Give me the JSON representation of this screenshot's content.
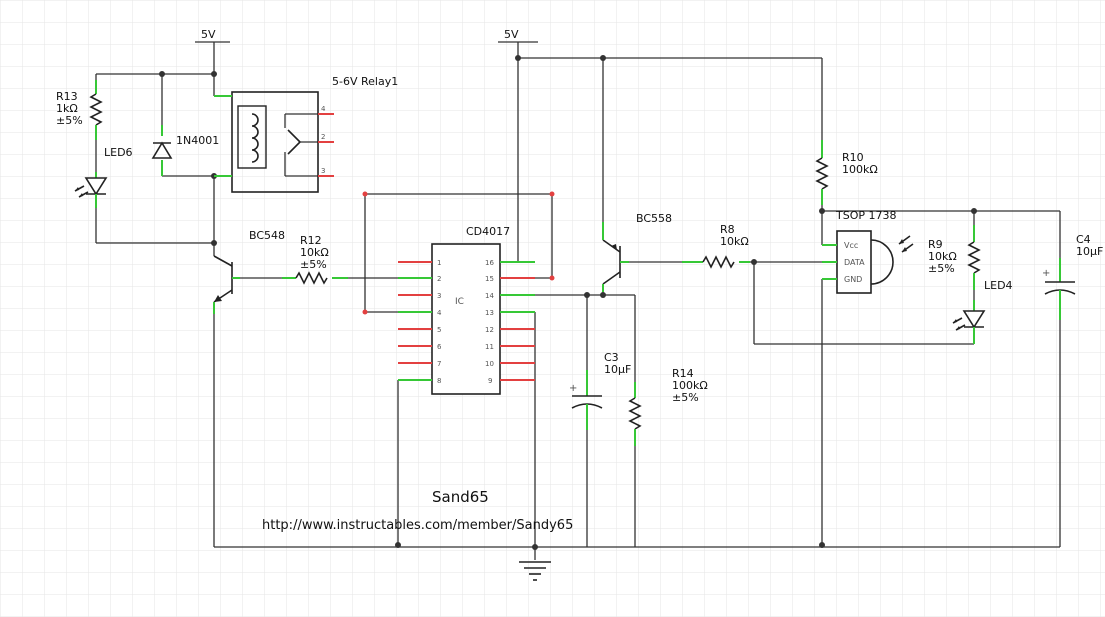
{
  "supply": {
    "left": "5V",
    "right": "5V"
  },
  "components": {
    "relay": "5-6V Relay1",
    "diode": "1N4001",
    "r13": {
      "name": "R13",
      "value": "1kΩ",
      "tol": "±5%"
    },
    "led6": "LED6",
    "q_bc548": "BC548",
    "r12": {
      "name": "R12",
      "value": "10kΩ",
      "tol": "±5%"
    },
    "ic": {
      "name": "CD4017",
      "body": "IC"
    },
    "q_bc558": "BC558",
    "r8": {
      "name": "R8",
      "value": "10kΩ"
    },
    "r10": {
      "name": "R10",
      "value": "100kΩ"
    },
    "tsop": {
      "name": "TSOP 1738",
      "pins": [
        "Vcc",
        "DATA",
        "GND"
      ]
    },
    "r9": {
      "name": "R9",
      "value": "10kΩ",
      "tol": "±5%"
    },
    "led4": "LED4",
    "c4": {
      "name": "C4",
      "value": "10µF"
    },
    "c3": {
      "name": "C3",
      "value": "10µF"
    },
    "r14": {
      "name": "R14",
      "value": "100kΩ",
      "tol": "±5%"
    }
  },
  "ic_pins_left": [
    "1",
    "2",
    "3",
    "4",
    "5",
    "6",
    "7",
    "8"
  ],
  "ic_pins_right": [
    "16",
    "15",
    "14",
    "13",
    "12",
    "11",
    "10",
    "9"
  ],
  "relay_pins": [
    "4",
    "2",
    "3"
  ],
  "author": "Sand65",
  "url": "http://www.instructables.com/member/Sandy65"
}
